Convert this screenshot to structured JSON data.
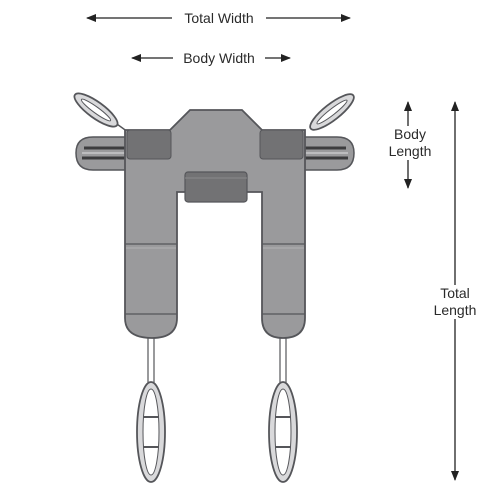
{
  "labels": {
    "total_width": "Total Width",
    "body_width": "Body Width",
    "body_length": "Body Length",
    "total_length": "Total Length"
  },
  "colors": {
    "sling_body": "#9a9a9c",
    "sling_dark": "#727274",
    "outline": "#55565a",
    "arrow": "#222222",
    "background": "#ffffff"
  }
}
